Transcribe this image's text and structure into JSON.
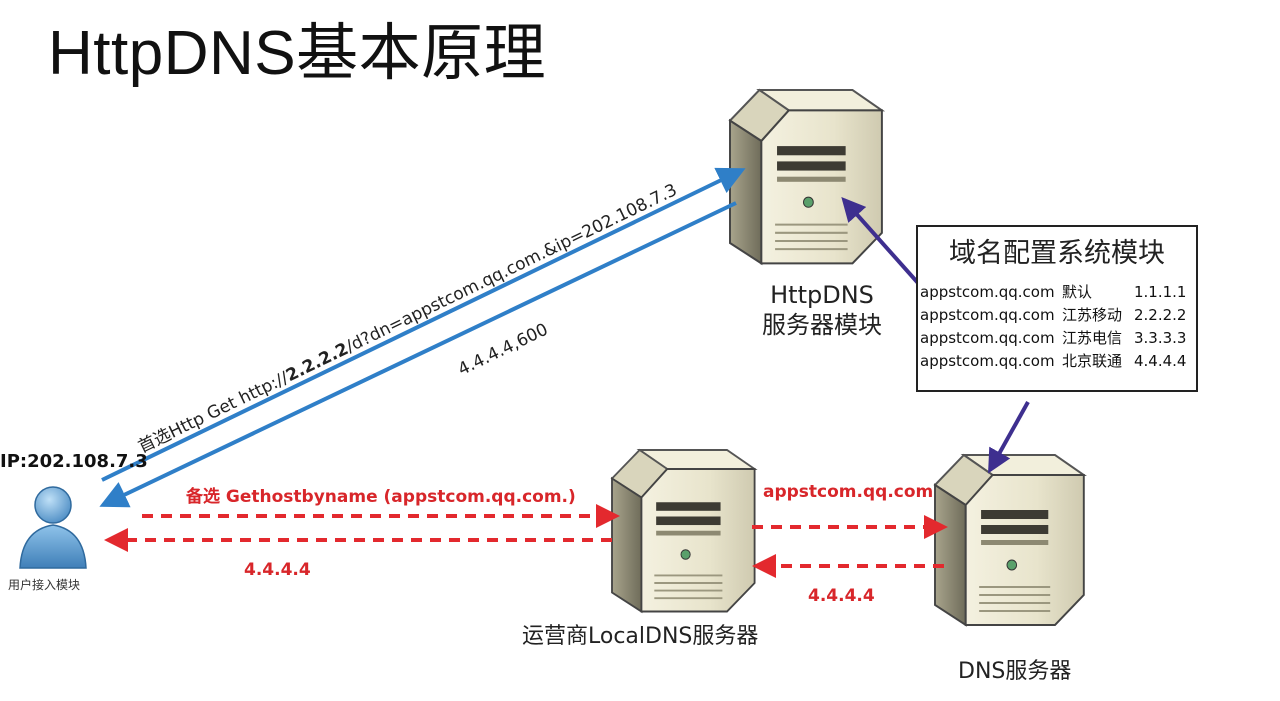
{
  "title": "HttpDNS基本原理",
  "httpdns_server": {
    "line1": "HttpDNS",
    "line2": "服务器模块"
  },
  "config_module": {
    "title": "域名配置系统模块",
    "rows": [
      {
        "domain": "appstcom.qq.com",
        "isp": "默认",
        "ip": "1.1.1.1"
      },
      {
        "domain": "appstcom.qq.com",
        "isp": "江苏移动",
        "ip": "2.2.2.2"
      },
      {
        "domain": "appstcom.qq.com",
        "isp": "江苏电信",
        "ip": "3.3.3.3"
      },
      {
        "domain": "appstcom.qq.com",
        "isp": "北京联通",
        "ip": "4.4.4.4"
      }
    ]
  },
  "client": {
    "ip": "IP:202.108.7.3",
    "label": "用户接入模块"
  },
  "http_request": {
    "prefix": "首选Http Get http://",
    "host": "2.2.2.2",
    "suffix": "/d?dn=appstcom.qq.com.&ip=202.108.7.3"
  },
  "http_response": "4.4.4.4,600",
  "fallback_request": "备选 Gethostbyname (appstcom.qq.com.)",
  "fallback_response": "4.4.4.4",
  "local_dns_server": {
    "label": "运营商LocalDNS服务器"
  },
  "dns_query": "appstcom.qq.com",
  "dns_response": "4.4.4.4",
  "dns_server": {
    "label": "DNS服务器"
  },
  "colors": {
    "blue_arrow": "#2f7fc8",
    "red_arrow": "#e3292e",
    "purple_arrow": "#3e2f8f",
    "red_text": "#d8262a"
  }
}
